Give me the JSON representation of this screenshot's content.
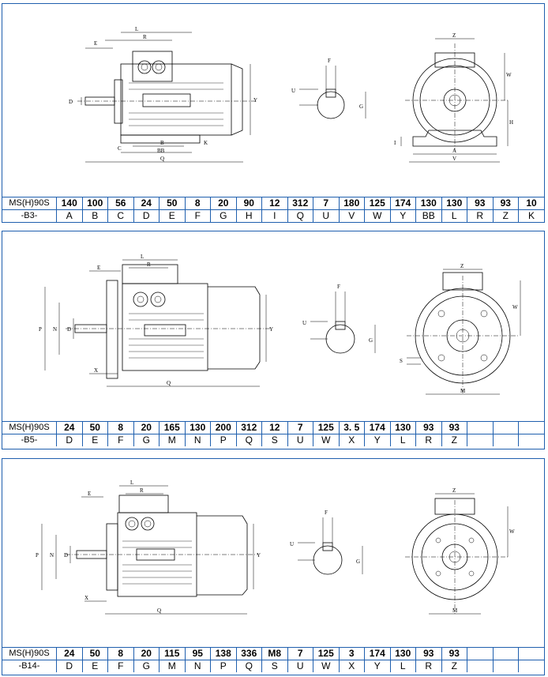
{
  "panels": [
    {
      "id": "b3",
      "model": "MS(H)90S",
      "mount": "-B3-",
      "values": [
        "140",
        "100",
        "56",
        "24",
        "50",
        "8",
        "20",
        "90",
        "12",
        "312",
        "7",
        "180",
        "125",
        "174",
        "130",
        "130",
        "93",
        "93",
        "10"
      ],
      "letters": [
        "A",
        "B",
        "C",
        "D",
        "E",
        "F",
        "G",
        "H",
        "I",
        "Q",
        "U",
        "V",
        "W",
        "Y",
        "BB",
        "L",
        "R",
        "Z",
        "K"
      ],
      "dims": {
        "E": "E",
        "L": "L",
        "R": "R",
        "D": "D",
        "C": "C",
        "B": "B",
        "BB": "BB",
        "K": "K",
        "Q": "Q",
        "Y": "Y",
        "F": "F",
        "U": "U",
        "G": "G",
        "Z": "Z",
        "W": "W",
        "H": "H",
        "I": "I",
        "A": "A",
        "V": "V"
      }
    },
    {
      "id": "b5",
      "model": "MS(H)90S",
      "mount": "-B5-",
      "values": [
        "24",
        "50",
        "8",
        "20",
        "165",
        "130",
        "200",
        "312",
        "12",
        "7",
        "125",
        "3. 5",
        "174",
        "130",
        "93",
        "93",
        "",
        "",
        ""
      ],
      "letters": [
        "D",
        "E",
        "F",
        "G",
        "M",
        "N",
        "P",
        "Q",
        "S",
        "U",
        "W",
        "X",
        "Y",
        "L",
        "R",
        "Z",
        "",
        "",
        ""
      ],
      "dims": {
        "E": "E",
        "L": "L",
        "R": "R",
        "P": "P",
        "N": "N",
        "D": "D",
        "X": "X",
        "Q": "Q",
        "Y": "Y",
        "F": "F",
        "U": "U",
        "G": "G",
        "Z": "Z",
        "W": "W",
        "S": "S",
        "M": "M"
      }
    },
    {
      "id": "b14",
      "model": "MS(H)90S",
      "mount": "-B14-",
      "values": [
        "24",
        "50",
        "8",
        "20",
        "115",
        "95",
        "138",
        "336",
        "M8",
        "7",
        "125",
        "3",
        "174",
        "130",
        "93",
        "93",
        "",
        "",
        ""
      ],
      "letters": [
        "D",
        "E",
        "F",
        "G",
        "M",
        "N",
        "P",
        "Q",
        "S",
        "U",
        "W",
        "X",
        "Y",
        "L",
        "R",
        "Z",
        "",
        "",
        ""
      ],
      "dims": {
        "E": "E",
        "L": "L",
        "R": "R",
        "P": "P",
        "N": "N",
        "D": "D",
        "X": "X",
        "Q": "Q",
        "Y": "Y",
        "F": "F",
        "U": "U",
        "G": "G",
        "Z": "Z",
        "W": "W",
        "M": "M"
      }
    }
  ]
}
